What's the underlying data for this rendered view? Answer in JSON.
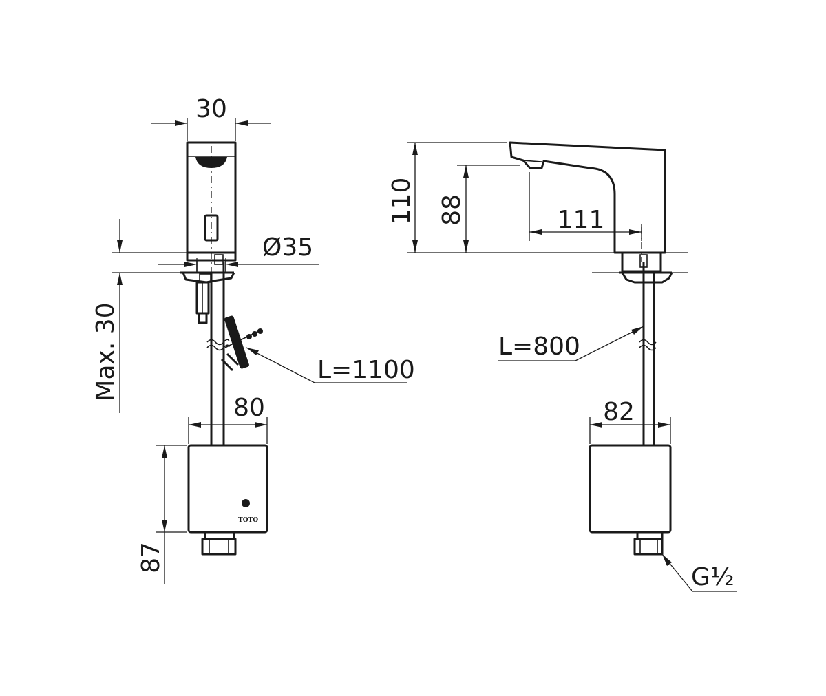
{
  "dimensions": {
    "body_width": "30",
    "hole_diameter": "Ø35",
    "max_thickness": "Max. 30",
    "hose_front": "L=1100",
    "box_width_front": "80",
    "box_height": "87",
    "total_height": "110",
    "spout_height": "88",
    "spout_reach": "111",
    "hose_side": "L=800",
    "box_width_side": "82",
    "connection_thread": "G½"
  },
  "brand_logo": "TOTO"
}
